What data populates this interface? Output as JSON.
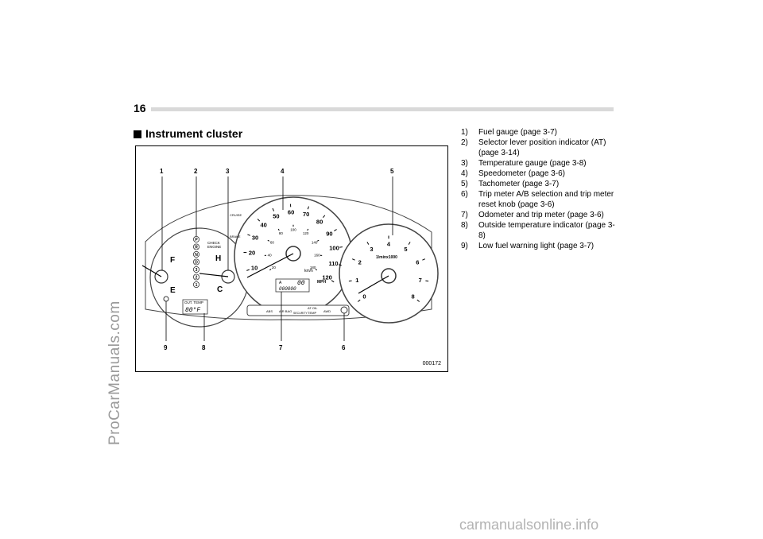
{
  "page": {
    "number": "16"
  },
  "section": {
    "title": "Instrument cluster"
  },
  "figure": {
    "code": "000172",
    "callouts_top": [
      "1",
      "2",
      "3",
      "4",
      "5"
    ],
    "callouts_bottom": [
      "9",
      "8",
      "7",
      "6"
    ],
    "fuel_gauge": {
      "full": "F",
      "empty": "E"
    },
    "temp_gauge": {
      "hot": "H",
      "cold": "C"
    },
    "selector_positions": [
      "P",
      "R",
      "N",
      "D",
      "3",
      "2",
      "1"
    ],
    "check_engine": [
      "CHECK",
      "ENGINE"
    ],
    "speedometer": {
      "mph_ticks": [
        "10",
        "20",
        "30",
        "40",
        "50",
        "60",
        "70",
        "80",
        "90",
        "100",
        "110",
        "120"
      ],
      "kmh_ticks": [
        "20",
        "40",
        "60",
        "80",
        "100",
        "120",
        "140",
        "160",
        "180"
      ],
      "unit_mph": "MPH",
      "unit_kmh": "km/h",
      "trip_label": "A",
      "trip_value": "00",
      "odometer_value": "000000"
    },
    "tachometer": {
      "ticks": [
        "0",
        "1",
        "2",
        "3",
        "4",
        "5",
        "6",
        "7",
        "8"
      ],
      "unit": "1/minx1000"
    },
    "outside_temp": {
      "label": "OUT. TEMP",
      "value": "80°F"
    },
    "indicators": {
      "cruise": "CRUISE",
      "brake": "BRAKE"
    },
    "warning_strip": [
      "ABS",
      "AIR BAG",
      "AT OIL",
      "TEMP",
      "SECURITY",
      "AWD"
    ]
  },
  "legend": [
    {
      "num": "1)",
      "text": "Fuel gauge (page 3-7)"
    },
    {
      "num": "2)",
      "text": "Selector lever position indicator (AT) (page 3-14)"
    },
    {
      "num": "3)",
      "text": "Temperature gauge (page 3-8)"
    },
    {
      "num": "4)",
      "text": "Speedometer (page 3-6)"
    },
    {
      "num": "5)",
      "text": "Tachometer (page 3-7)"
    },
    {
      "num": "6)",
      "text": "Trip meter A/B selection and trip meter reset knob (page 3-6)"
    },
    {
      "num": "7)",
      "text": "Odometer and trip meter (page 3-6)"
    },
    {
      "num": "8)",
      "text": "Outside temperature indicator (page 3-8)"
    },
    {
      "num": "9)",
      "text": "Low fuel warning light (page 3-7)"
    }
  ],
  "watermarks": {
    "side": "ProCarManuals.com",
    "bottom": "carmanualsonline.info"
  }
}
